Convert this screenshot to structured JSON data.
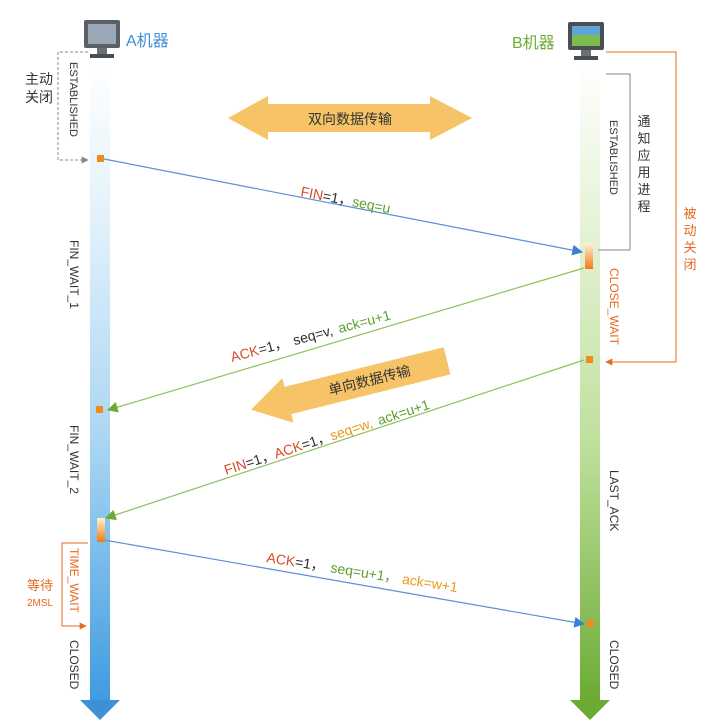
{
  "machines": {
    "a": {
      "label": "A机器"
    },
    "b": {
      "label": "B机器"
    }
  },
  "notes": {
    "a_active_close": [
      "主动",
      "关闭"
    ],
    "b_notify": [
      "通",
      "知",
      "应",
      "用",
      "进",
      "程"
    ],
    "b_passive_close": [
      "被",
      "动",
      "关",
      "闭"
    ],
    "a_wait_label": [
      "等待",
      "2MSL"
    ]
  },
  "states": {
    "a": {
      "established": "ESTABLISHED",
      "fin_wait_1": "FIN_WAIT_1",
      "fin_wait_2": "FIN_WAIT_2",
      "time_wait": "TIME_WAIT",
      "closed": "CLOSED"
    },
    "b": {
      "established": "ESTABLISHED",
      "close_wait": "CLOSE_WAIT",
      "last_ack": "LAST_ACK",
      "closed": "CLOSED"
    }
  },
  "bands": {
    "bidirectional": "双向数据传输",
    "unidirectional": "单向数据传输"
  },
  "messages": {
    "m1": [
      {
        "text": "FIN",
        "color": "#d84a2b"
      },
      {
        "text": "=1，",
        "color": "#2b2b2b"
      },
      {
        "text": "seq=u",
        "color": "#5a9e2f"
      }
    ],
    "m2": [
      {
        "text": "ACK",
        "color": "#d84a2b"
      },
      {
        "text": "=1，",
        "color": "#2b2b2b"
      },
      {
        "text": "seq=v,",
        "color": "#2b2b2b"
      },
      {
        "text": "ack=u+1",
        "color": "#5a9e2f"
      }
    ],
    "m3": [
      {
        "text": "FIN",
        "color": "#d84a2b"
      },
      {
        "text": "=1，",
        "color": "#2b2b2b"
      },
      {
        "text": "ACK",
        "color": "#d84a2b"
      },
      {
        "text": "=1，",
        "color": "#2b2b2b"
      },
      {
        "text": "seq=w,",
        "color": "#e69a1e"
      },
      {
        "text": "ack=u+1",
        "color": "#5a9e2f"
      }
    ],
    "m4": [
      {
        "text": "ACK",
        "color": "#d84a2b"
      },
      {
        "text": "=1，",
        "color": "#2b2b2b"
      },
      {
        "text": "seq=u+1，",
        "color": "#5a9e2f"
      },
      {
        "text": "ack=w+1",
        "color": "#e69a1e"
      }
    ]
  },
  "colors": {
    "a_machine": "#3d8fd6",
    "b_machine": "#6bab34",
    "orange_accent": "#e8681e",
    "marker": "#f08a1c",
    "band": "#f6c366"
  },
  "icons": {
    "a": "monitor-icon",
    "b": "monitor-icon"
  }
}
